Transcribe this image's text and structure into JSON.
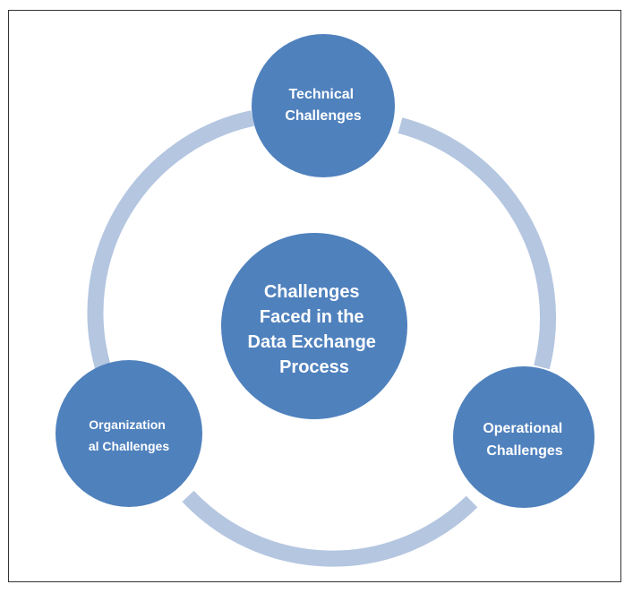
{
  "diagram": {
    "center": {
      "lines": [
        "Challenges",
        "Faced in the",
        "Data Exchange",
        "Process"
      ]
    },
    "nodes": [
      {
        "id": "technical",
        "lines": [
          "Technical",
          "Challenges"
        ]
      },
      {
        "id": "operational",
        "lines": [
          "Operational",
          "Challenges"
        ]
      },
      {
        "id": "organizational",
        "lines": [
          "Organization",
          "al Challenges"
        ]
      }
    ],
    "colors": {
      "node_fill": "#4f81bd",
      "ring": "#b4c6e0",
      "frame_border": "#333333",
      "text": "#ffffff"
    }
  }
}
